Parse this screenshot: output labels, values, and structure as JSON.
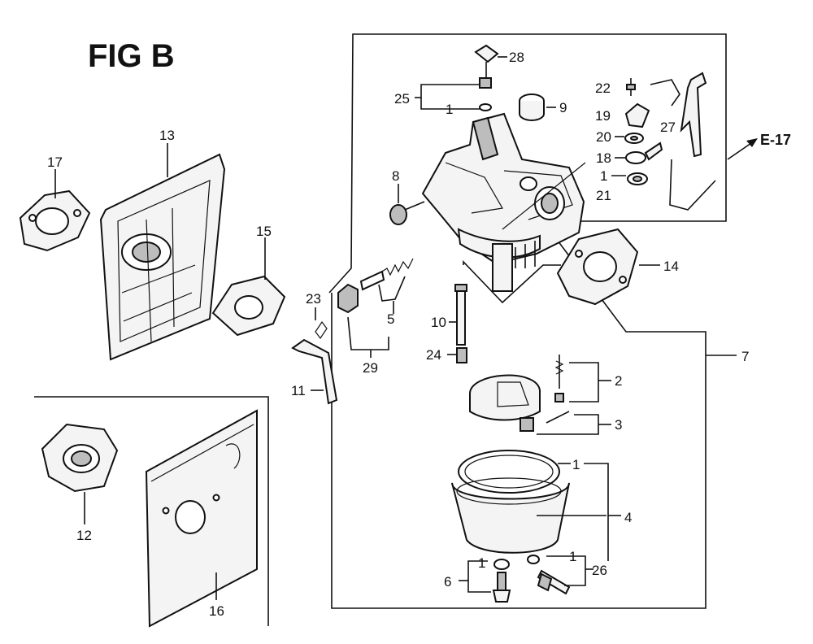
{
  "figure": {
    "title": "FIG B",
    "reference": "E-17"
  },
  "callouts": {
    "p1a": "1",
    "p1b": "1",
    "p1c": "1",
    "p1d": "1",
    "p1e": "1",
    "p2": "2",
    "p3": "3",
    "p4": "4",
    "p5": "5",
    "p6": "6",
    "p7": "7",
    "p8": "8",
    "p9": "9",
    "p10": "10",
    "p11": "11",
    "p12": "12",
    "p13": "13",
    "p14": "14",
    "p15": "15",
    "p16": "16",
    "p17": "17",
    "p18": "18",
    "p19": "19",
    "p20": "20",
    "p21": "21",
    "p22": "22",
    "p23": "23",
    "p24": "24",
    "p25": "25",
    "p26": "26",
    "p27": "27",
    "p28": "28",
    "p29": "29"
  }
}
